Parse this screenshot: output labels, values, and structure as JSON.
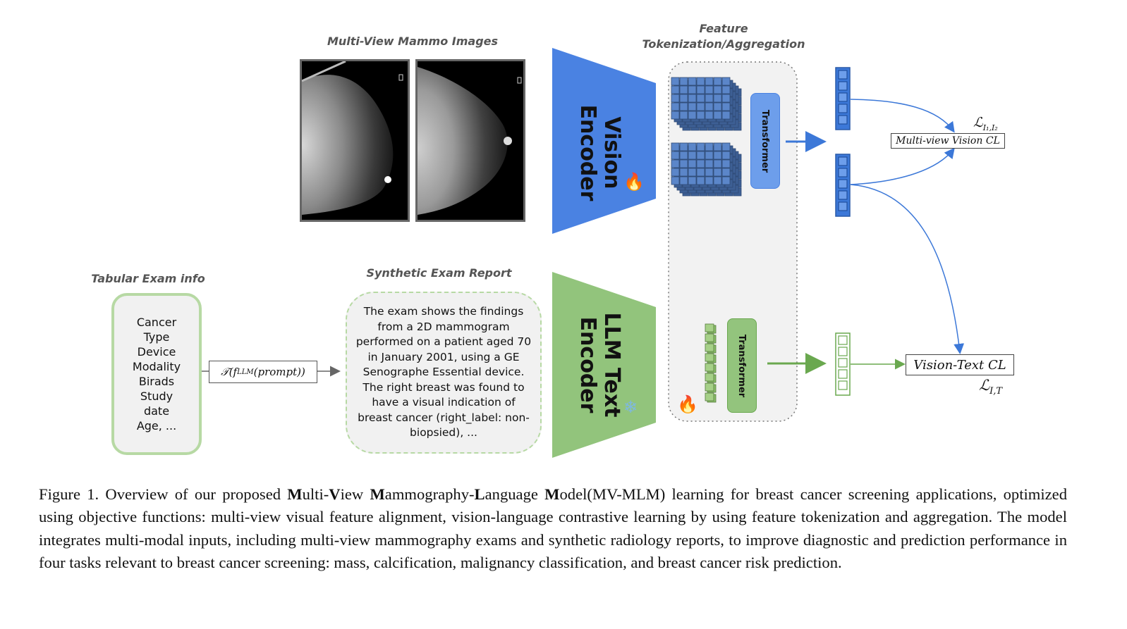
{
  "labels": {
    "images_title": "Multi-View Mammo Images",
    "feature_title_1": "Feature",
    "feature_title_2": "Tokenization/Aggregation",
    "tabular_title": "Tabular Exam info",
    "report_title": "Synthetic Exam Report",
    "vision_encoder_1": "Vision",
    "vision_encoder_2": "Encoder",
    "text_encoder_1": "LLM Text",
    "text_encoder_2": "Encoder",
    "transformer": "Transformer"
  },
  "tabular_items": [
    "Cancer",
    "Type",
    "Device",
    "Modality",
    "Birads",
    "Study",
    "date",
    "Age, ..."
  ],
  "prompt_function": "𝒯(f",
  "prompt_sup": "LLM",
  "prompt_arg": "(prompt))",
  "report_text": "The exam shows the findings from a 2D mammogram performed on a patient aged 70 in January 2001, using a GE Senographe Essential device. The right breast was found to have a visual indication of breast cancer (right_label: non-biopsied), ...",
  "losses": {
    "vision_cl_label": "Multi-view Vision CL",
    "vision_cl_symbol": "ℒ",
    "vision_cl_sub": "I₁,I₂",
    "text_cl_label": "Vision-Text CL",
    "text_cl_symbol": "ℒ",
    "text_cl_sub": "I,T"
  },
  "icons": {
    "vision_encoder_icon": "fire-icon",
    "text_encoder_icon": "snowflake-icon",
    "aggregation_icon": "fire-icon"
  },
  "colors": {
    "vision_blue": "#4a82e2",
    "text_green": "#92c47c",
    "token_cube": "#4a6fa5",
    "arrow_blue": "#3c78d8",
    "arrow_green": "#6aa84f"
  },
  "caption": {
    "prefix": "Figure 1. Overview of our proposed ",
    "m1": "M",
    "t1": "ulti-",
    "v": "V",
    "t2": "iew ",
    "m2": "M",
    "t3": "ammography-",
    "l": "L",
    "t4": "anguage ",
    "m3": "M",
    "rest": "odel(MV-MLM) learning for breast cancer screening applications, optimized using objective functions: multi-view visual feature alignment, vision-language contrastive learning by using feature tokenization and aggregation. The model integrates multi-modal inputs, including multi-view mammography exams and synthetic radiology reports, to improve diagnostic and prediction performance in four tasks relevant to breast cancer screening: mass, calcification, malignancy classification, and breast cancer risk prediction."
  }
}
